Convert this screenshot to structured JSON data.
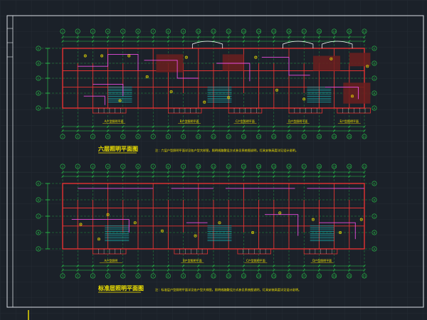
{
  "colors": {
    "background": "#1b2129",
    "grid": "#2a323c",
    "frame": "#d8dde2",
    "dimension": "#27c84a",
    "wall": "#e53232",
    "wiring": "#e84ce0",
    "equipment": "#f4e600",
    "fixture": "#ffffff",
    "fill_room": "#6a1f1f",
    "stair": "#19c6c6"
  },
  "plan_top": {
    "title": "六层照明平面图",
    "note": "注：六层户型照明平面详见各户型大样图，照明线路敷设方式参见系统图说明，灯具安装高度详见设计说明。",
    "unit_labels": [
      "A户型照明平面",
      "B户型照明平面",
      "C户型照明平面",
      "D户型照明平面",
      "E户型照明平面"
    ],
    "axis_numbers": [
      "1",
      "2",
      "3",
      "4",
      "5",
      "6",
      "7",
      "8",
      "9",
      "10",
      "11",
      "12",
      "13",
      "14",
      "15",
      "16",
      "17",
      "18",
      "19",
      "20",
      "21"
    ],
    "row_letters": [
      "E",
      "D",
      "C",
      "B",
      "A"
    ]
  },
  "plan_bottom": {
    "title": "标准层照明平面图",
    "note": "注：标准层户型照明平面详见各户型大样图，照明线路敷设方式参见系统图说明，灯具安装高度详见设计说明。",
    "unit_labels": [
      "A户型照明",
      "B户型照明平面",
      "C户型照明平面",
      "D户型照明平面"
    ],
    "axis_numbers": [
      "1",
      "2",
      "3",
      "4",
      "5",
      "6",
      "7",
      "8",
      "9",
      "10",
      "11",
      "12",
      "13",
      "14",
      "15",
      "16",
      "17",
      "18",
      "19",
      "20",
      "21"
    ],
    "row_letters": [
      "E",
      "D",
      "C",
      "B",
      "A"
    ]
  }
}
